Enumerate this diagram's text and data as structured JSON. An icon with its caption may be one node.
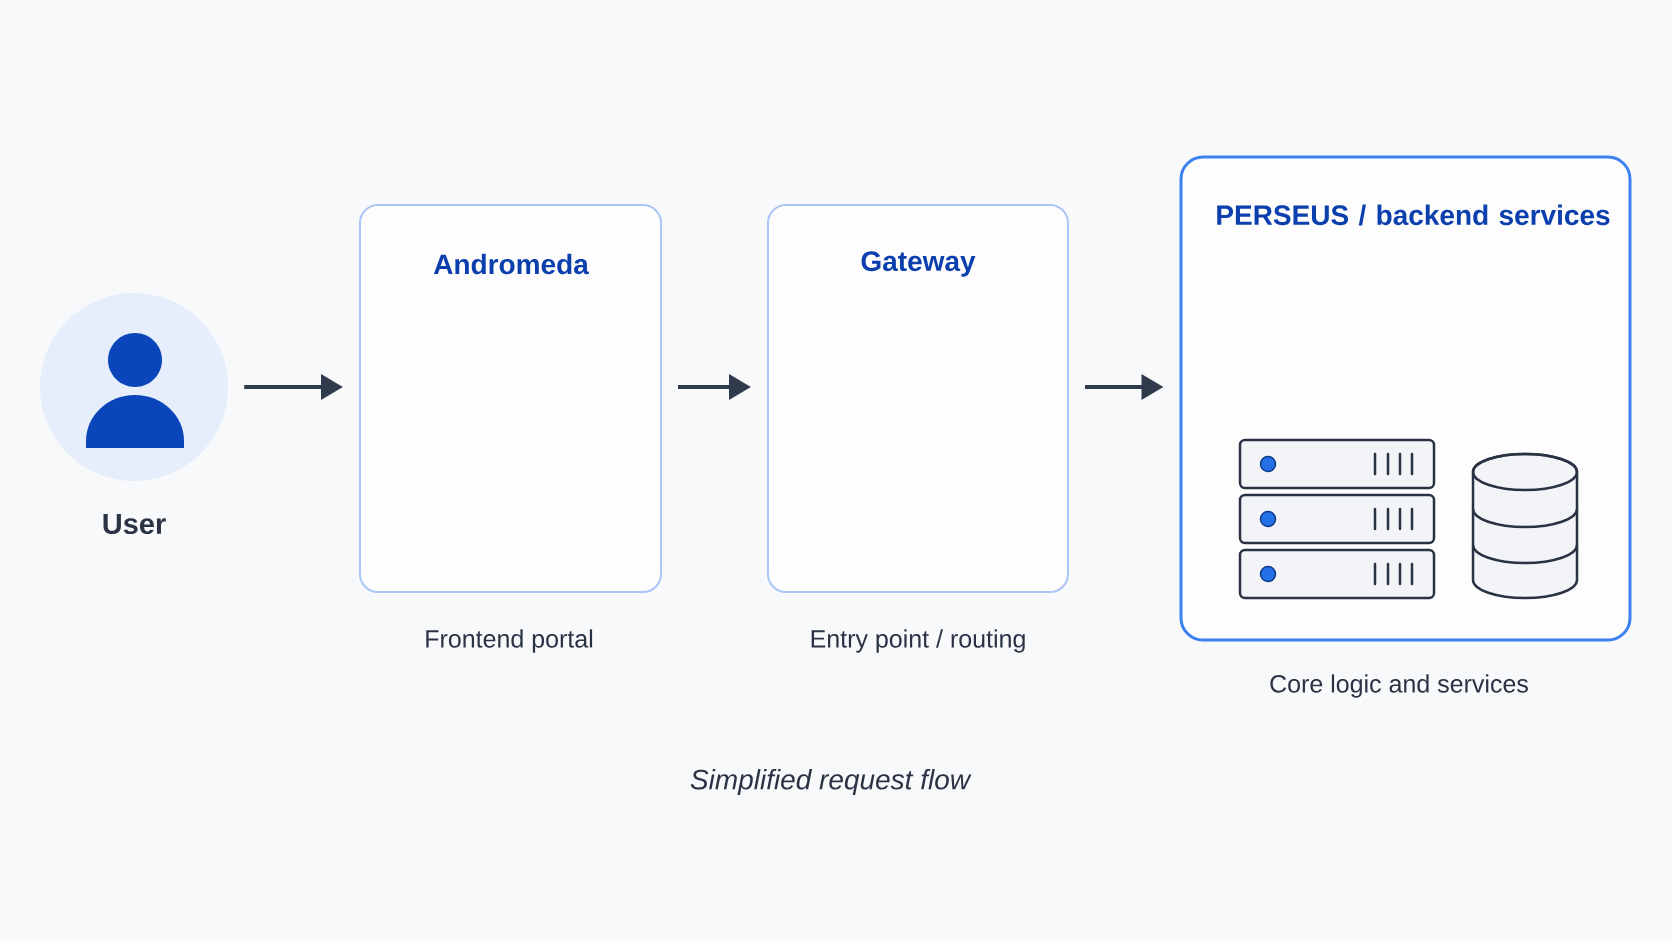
{
  "diagram": {
    "caption": "Simplified request flow",
    "nodes": [
      {
        "text": [
          "User"
        ]
      },
      {
        "text": [
          "Andromeda"
        ],
        "beside": [
          "Frontend portal"
        ]
      },
      {
        "text": [
          "Gateway"
        ],
        "beside": [
          "Entry point / routing"
        ]
      },
      {
        "text": [
          "PERSEUS / backend services"
        ],
        "beside": [
          "Core logic and services"
        ]
      }
    ],
    "edges": [
      {
        "from": 0,
        "to": 1,
        "arrow": "to"
      },
      {
        "from": 1,
        "to": 2,
        "arrow": "to"
      },
      {
        "from": 2,
        "to": 3,
        "arrow": "to"
      }
    ]
  }
}
